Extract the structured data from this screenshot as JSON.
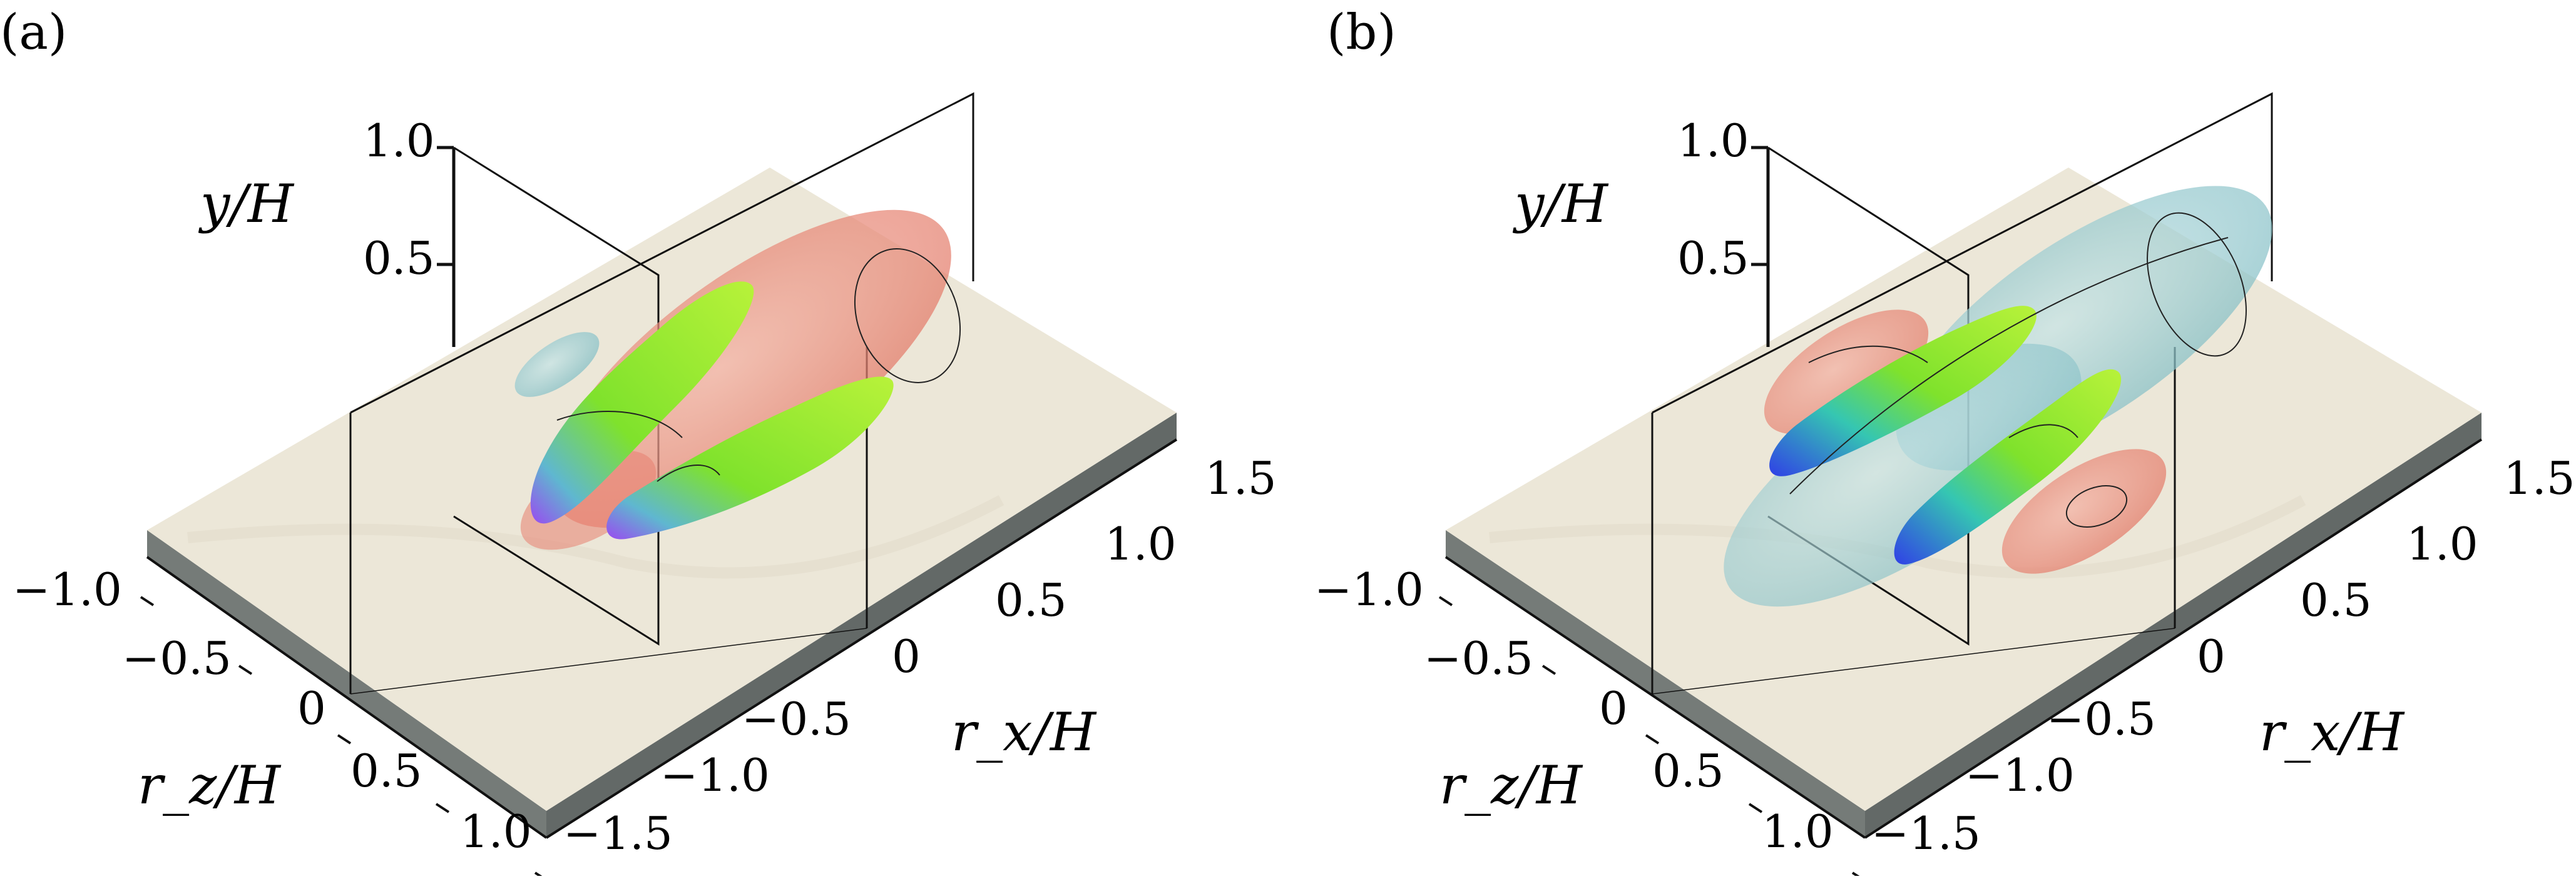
{
  "panels": [
    {
      "id": "a",
      "label": "(a)",
      "y_axis": {
        "name": "y/H",
        "ticks": [
          "1.0",
          "0.5"
        ]
      },
      "rx_axis": {
        "name": "r_x/H",
        "ticks": [
          "1.5",
          "1.0",
          "0.5",
          "0",
          "−0.5",
          "−1.0",
          "−1.5"
        ]
      },
      "rz_axis": {
        "name": "r_z/H",
        "ticks": [
          "−1.0",
          "−0.5",
          "0",
          "0.5",
          "1.0"
        ]
      }
    },
    {
      "id": "b",
      "label": "(b)",
      "y_axis": {
        "name": "y/H",
        "ticks": [
          "1.0",
          "0.5"
        ]
      },
      "rx_axis": {
        "name": "r_x/H",
        "ticks": [
          "1.5",
          "1.0",
          "0.5",
          "0",
          "−0.5",
          "−1.0",
          "−1.5"
        ]
      },
      "rz_axis": {
        "name": "r_z/H",
        "ticks": [
          "−1.0",
          "−0.5",
          "0",
          "0.5",
          "1.0"
        ]
      }
    }
  ],
  "colors": {
    "floor_top": "#ece7d8",
    "floor_side_front": "#757b78",
    "floor_side_right": "#636967",
    "blob_red": "#e88070",
    "blob_cyan": "#8cc6cc",
    "blob_green": "#7fe22c",
    "blob_blue": "#3040e6",
    "blob_purple": "#9a4af0"
  }
}
